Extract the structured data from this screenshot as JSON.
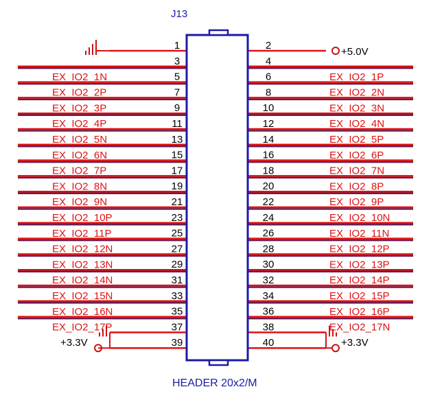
{
  "component": {
    "refdes": "J13",
    "value": "HEADER 20x2/M"
  },
  "power_labels": {
    "top_right": "+5.0V",
    "bottom_left": "+3.3V",
    "bottom_right": "+3.3V"
  },
  "colors": {
    "body": "#1a1aa8",
    "pin": "#dd1111",
    "net_wire": "#6e1a4a",
    "label": "#dd1111",
    "pin_number": "#000000",
    "title": "#1a1aa8",
    "ground": "#cc1111"
  },
  "rows": [
    {
      "left_pin": "1",
      "left_net": "",
      "right_pin": "2",
      "right_net": ""
    },
    {
      "left_pin": "3",
      "left_net": "EX_IO2_1N",
      "right_pin": "4",
      "right_net": "EX_IO2_1P"
    },
    {
      "left_pin": "5",
      "left_net": "EX_IO2_2P",
      "right_pin": "6",
      "right_net": "EX_IO2_2N"
    },
    {
      "left_pin": "7",
      "left_net": "EX_IO2_3P",
      "right_pin": "8",
      "right_net": "EX_IO2_3N"
    },
    {
      "left_pin": "9",
      "left_net": "EX_IO2_4P",
      "right_pin": "10",
      "right_net": "EX_IO2_4N"
    },
    {
      "left_pin": "11",
      "left_net": "EX_IO2_5N",
      "right_pin": "12",
      "right_net": "EX_IO2_5P"
    },
    {
      "left_pin": "13",
      "left_net": "EX_IO2_6N",
      "right_pin": "14",
      "right_net": "EX_IO2_6P"
    },
    {
      "left_pin": "15",
      "left_net": "EX_IO2_7P",
      "right_pin": "16",
      "right_net": "EX_IO2_7N"
    },
    {
      "left_pin": "17",
      "left_net": "EX_IO2_8N",
      "right_pin": "18",
      "right_net": "EX_IO2_8P"
    },
    {
      "left_pin": "19",
      "left_net": "EX_IO2_9N",
      "right_pin": "20",
      "right_net": "EX_IO2_9P"
    },
    {
      "left_pin": "21",
      "left_net": "EX_IO2_10P",
      "right_pin": "22",
      "right_net": "EX_IO2_10N"
    },
    {
      "left_pin": "23",
      "left_net": "EX_IO2_11P",
      "right_pin": "24",
      "right_net": "EX_IO2_11N"
    },
    {
      "left_pin": "25",
      "left_net": "EX_IO2_12N",
      "right_pin": "26",
      "right_net": "EX_IO2_12P"
    },
    {
      "left_pin": "27",
      "left_net": "EX_IO2_13N",
      "right_pin": "28",
      "right_net": "EX_IO2_13P"
    },
    {
      "left_pin": "29",
      "left_net": "EX_IO2_14N",
      "right_pin": "30",
      "right_net": "EX_IO2_14P"
    },
    {
      "left_pin": "31",
      "left_net": "EX_IO2_15N",
      "right_pin": "32",
      "right_net": "EX_IO2_15P"
    },
    {
      "left_pin": "33",
      "left_net": "EX_IO2_16N",
      "right_pin": "34",
      "right_net": "EX_IO2_16P"
    },
    {
      "left_pin": "35",
      "left_net": "EX_IO2_17P",
      "right_pin": "36",
      "right_net": "EX_IO2_17N"
    },
    {
      "left_pin": "37",
      "left_net": "",
      "right_pin": "38",
      "right_net": ""
    },
    {
      "left_pin": "39",
      "left_net": "",
      "right_pin": "40",
      "right_net": ""
    }
  ]
}
